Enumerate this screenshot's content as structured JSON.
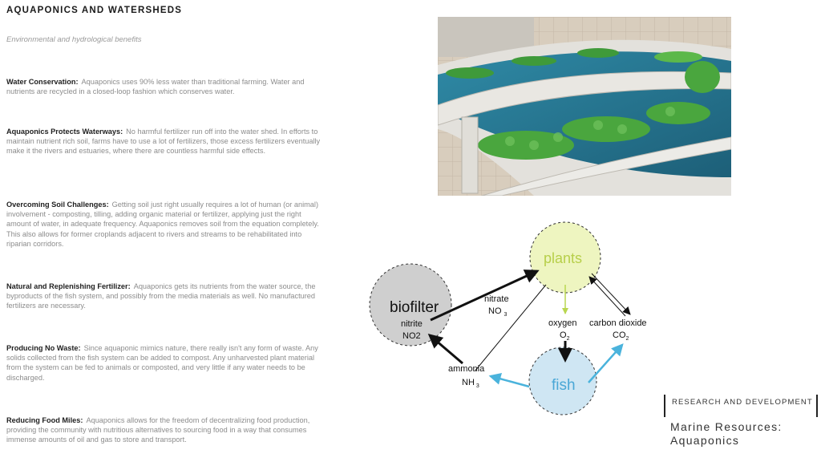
{
  "header": {
    "title": "AQUAPONICS AND WATERSHEDS",
    "subtitle": "Environmental and hydrological benefits"
  },
  "sections": [
    {
      "heading": "Water Conservation:",
      "text": "Aquaponics uses 90% less water than traditional farming. Water and nutrients are recycled in a closed-loop fashion which conserves water."
    },
    {
      "heading": "Aquaponics Protects Waterways:",
      "text": "No harmful fertilizer run off into the water shed. In efforts to maintain nutrient rich soil, farms have to use a lot of fertilizers, those excess fertilizers eventually make it the rivers and estuaries, where there are countless harmful side effects."
    },
    {
      "heading": "Overcoming Soil Challenges:",
      "text": "Getting soil just right usually requires a lot of human (or animal) involvement - composting, tilling, adding organic material or fertilizer, applying just the right amount of water, in adequate frequency. Aquaponics removes soil from the equation completely. This also allows for former croplands adjacent to rivers and streams to be rehabilitated into riparian corridors."
    },
    {
      "heading": "Natural and Replenishing Fertilizer:",
      "text": "Aquaponics gets its nutrients from the water source, the byproducts of the fish system, and possibly from the media materials as well. No manufactured fertilizers are necessary."
    },
    {
      "heading": "Producing No Waste:",
      "text": "Since aquaponic mimics nature, there really isn't any form of waste. Any solids collected from the fish system can be added to compost. Any unharvested plant material from the system can be fed to animals or composted, and very little if any water needs to be discharged."
    },
    {
      "heading": "Reducing Food Miles:",
      "text": "Aquaponics allows for the freedom of decentralizing food production, providing the community with nutritious alternatives to sourcing food in a way that consumes immense amounts of oil and gas to store and transport."
    }
  ],
  "diagram": {
    "nodes": {
      "plants": "plants",
      "biofilter": "biofilter",
      "biofilter_sub1": "nitrite",
      "biofilter_sub2": "NO2",
      "fish": "fish"
    },
    "labels": {
      "nitrate": "nitrate",
      "nitrate_formula": "NO",
      "nitrate_sub": "3",
      "oxygen": "oxygen",
      "oxygen_formula": "O",
      "oxygen_sub": "2",
      "co2": "carbon dioxide",
      "co2_formula": "CO",
      "co2_sub": "2",
      "ammonia": "ammonia",
      "ammonia_formula": "NH",
      "ammonia_sub": "3"
    },
    "colors": {
      "plants": "#eef5c0",
      "biofilter": "#cfcfcf",
      "fish": "#cfe6f3",
      "plants_text": "#b7cf4a",
      "fish_text": "#4aa7d6",
      "oxygen_arrow": "#b9d650",
      "blue_arrow": "#4ab3dc"
    }
  },
  "branding": {
    "tag": "RESEARCH AND DEVELOPMENT",
    "title": "Marine Resources: Aquaponics"
  }
}
